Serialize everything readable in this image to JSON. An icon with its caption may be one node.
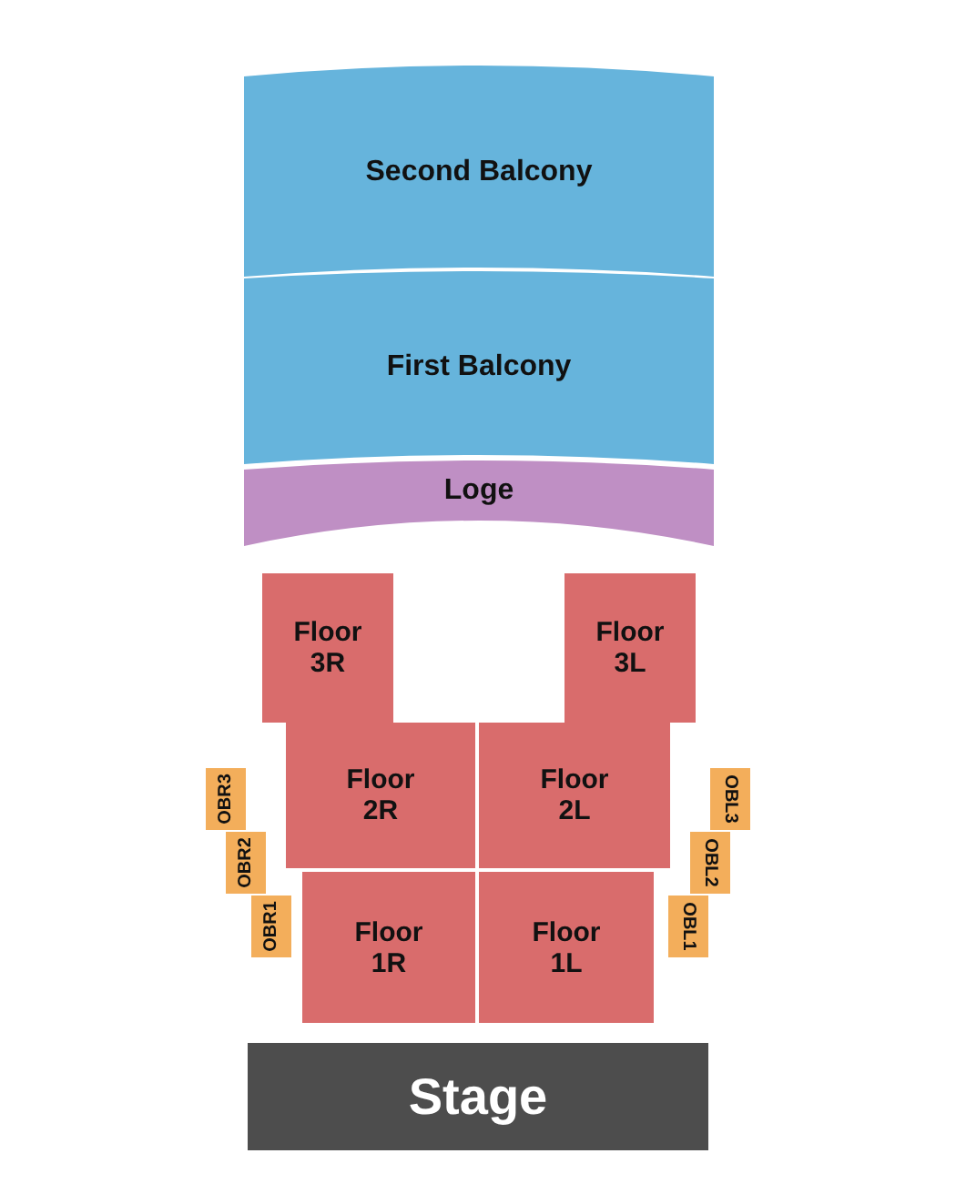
{
  "diagram": {
    "nodes": [
      {
        "text": [
          "Second Balcony"
        ]
      },
      {
        "text": [
          "First Balcony"
        ]
      },
      {
        "text": [
          "Loge"
        ]
      },
      {
        "text": [
          "Floor 3R"
        ]
      },
      {
        "text": [
          "Floor 3L"
        ]
      },
      {
        "text": [
          "Floor 2R"
        ]
      },
      {
        "text": [
          "Floor 2L"
        ]
      },
      {
        "text": [
          "OBR3"
        ]
      },
      {
        "text": [
          "OBL3"
        ]
      },
      {
        "text": [
          "OBR2"
        ]
      },
      {
        "text": [
          "OBL2"
        ]
      },
      {
        "text": [
          "OBR1"
        ]
      },
      {
        "text": [
          "OBL1"
        ]
      },
      {
        "text": [
          "Floor 1R"
        ]
      },
      {
        "text": [
          "Floor 1L"
        ]
      },
      {
        "text": [
          "Stage"
        ]
      }
    ]
  }
}
